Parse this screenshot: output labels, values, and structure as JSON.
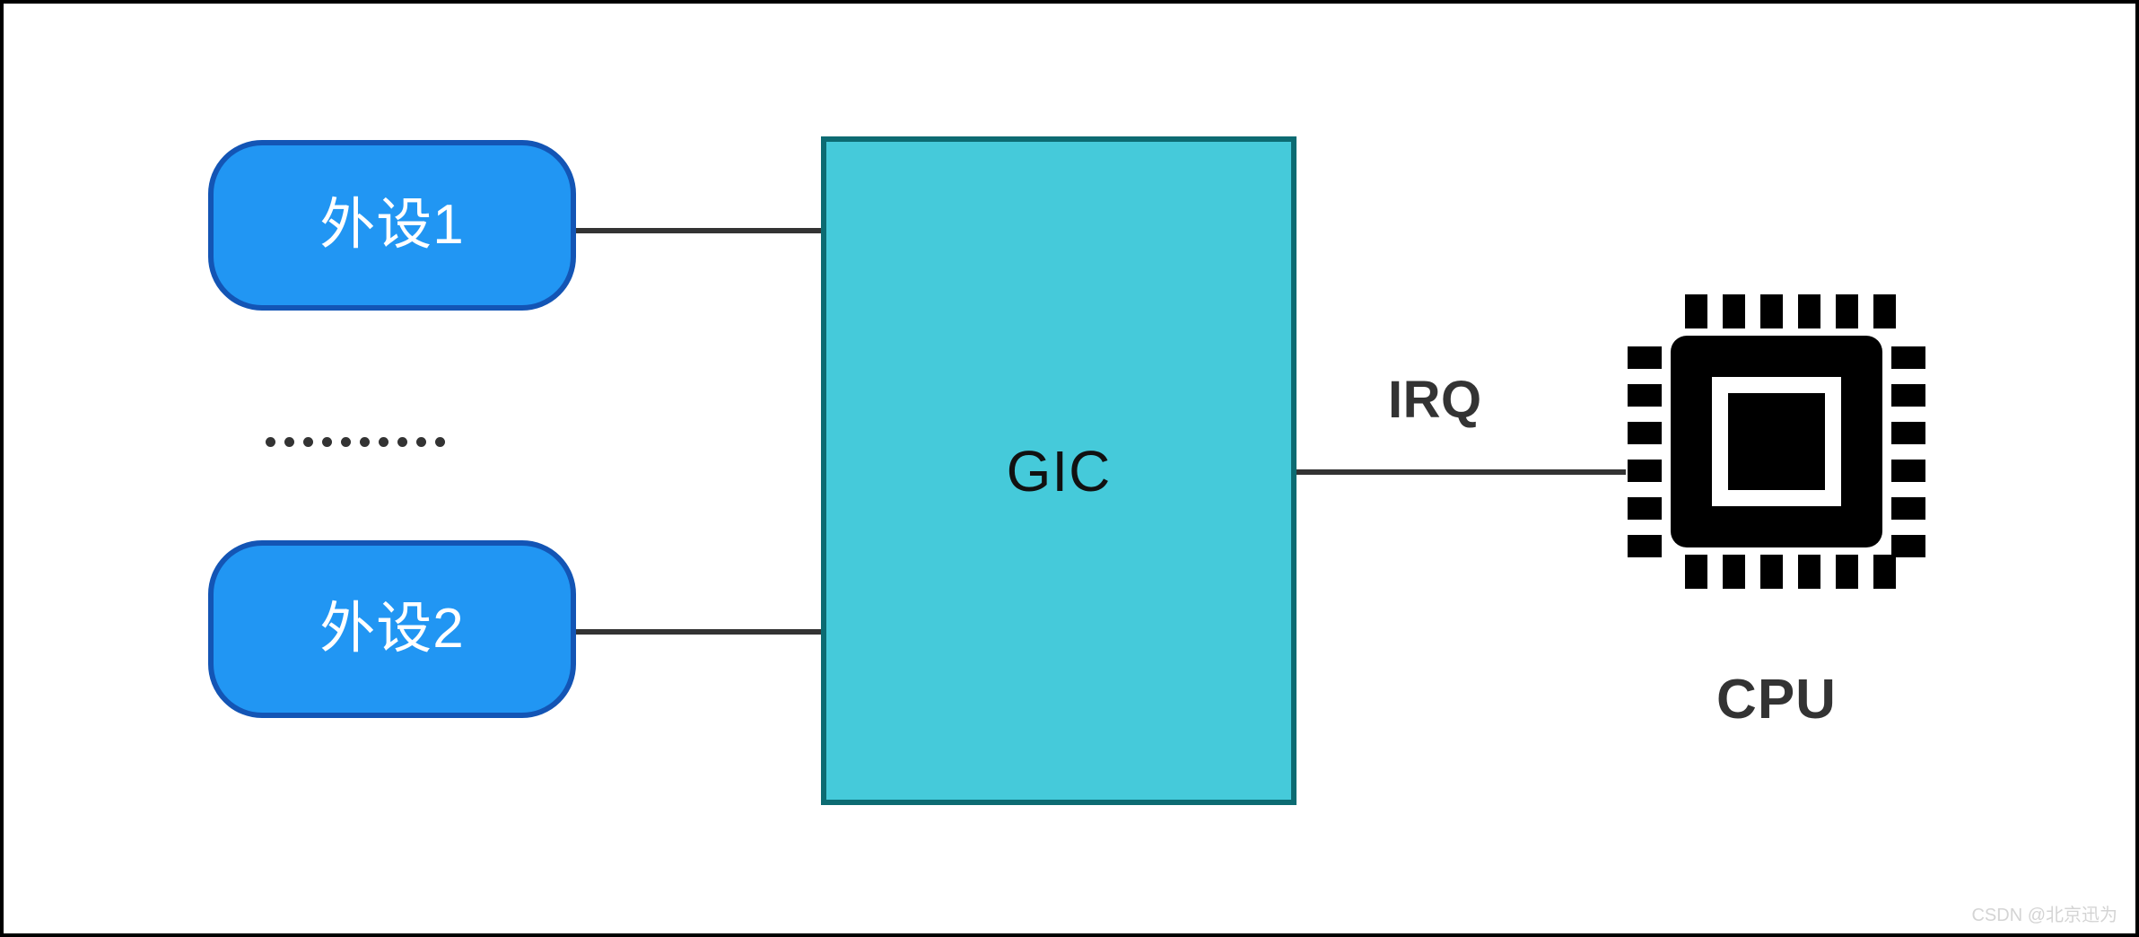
{
  "diagram": {
    "title": "GIC interrupt routing diagram",
    "background_color": "#ffffff",
    "frame_color": "#000000",
    "nodes": {
      "peripheral_1": {
        "label": "外设1",
        "fill": "#2196f3",
        "stroke": "#1355b5",
        "text_color": "#ffffff",
        "shape": "rounded-pill"
      },
      "peripheral_2": {
        "label": "外设2",
        "fill": "#2196f3",
        "stroke": "#1355b5",
        "text_color": "#ffffff",
        "shape": "rounded-pill"
      },
      "gic": {
        "label": "GIC",
        "fill": "#45cada",
        "stroke": "#0c6b72",
        "text_color": "#111111",
        "shape": "rectangle"
      },
      "cpu": {
        "label": "CPU",
        "icon": "cpu-chip-icon",
        "color": "#000000",
        "text_color": "#333333"
      }
    },
    "edges": {
      "peripheral_1_to_gic": {
        "label": "",
        "color": "#333333"
      },
      "peripheral_2_to_gic": {
        "label": "",
        "color": "#333333"
      },
      "gic_to_cpu": {
        "label": "IRQ",
        "color": "#333333",
        "text_color": "#333333"
      }
    },
    "ellipsis": {
      "glyph": "dotted-line",
      "dot_count": 10,
      "color": "#333333"
    }
  },
  "watermark": {
    "text": "CSDN @北京迅为",
    "color": "#d4d4d4"
  }
}
